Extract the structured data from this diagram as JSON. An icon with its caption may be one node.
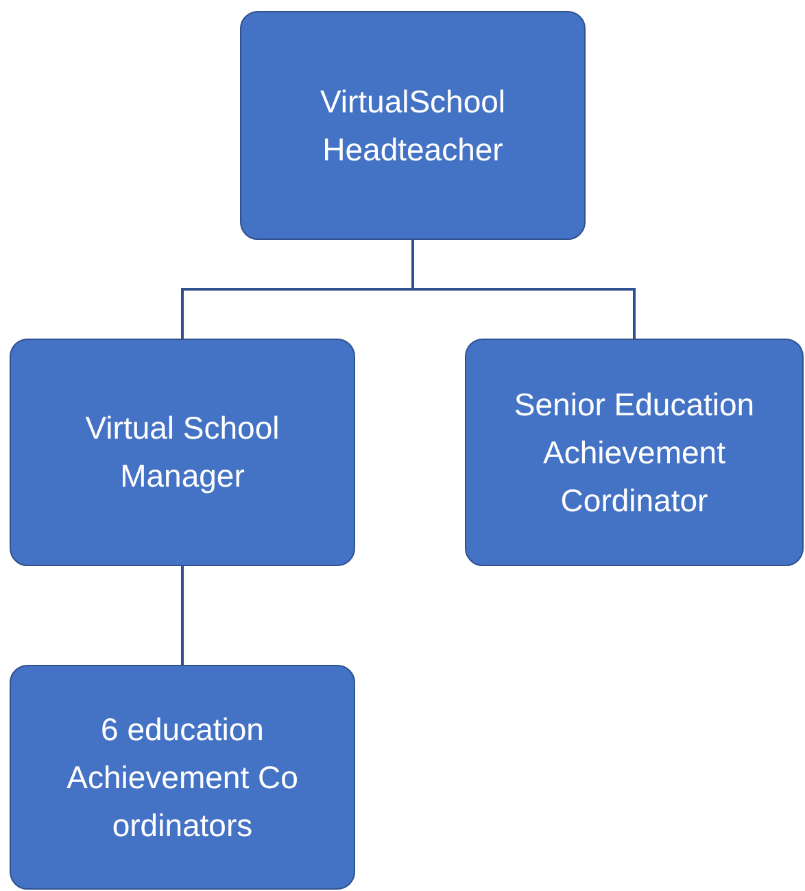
{
  "diagram": {
    "nodes": [
      {
        "text": [
          "VirtualSchool Headteacher"
        ]
      },
      {
        "text": [
          "Virtual School Manager"
        ]
      },
      {
        "text": [
          "Senior Education Achievement Cordinator"
        ]
      },
      {
        "text": [
          "6 education Achievement Co ordinators"
        ]
      }
    ],
    "edges": [
      {
        "from": 0,
        "to": 1,
        "arrow": "none"
      },
      {
        "from": 0,
        "to": 2,
        "arrow": "none"
      },
      {
        "from": 1,
        "to": 3,
        "arrow": "none"
      }
    ]
  }
}
